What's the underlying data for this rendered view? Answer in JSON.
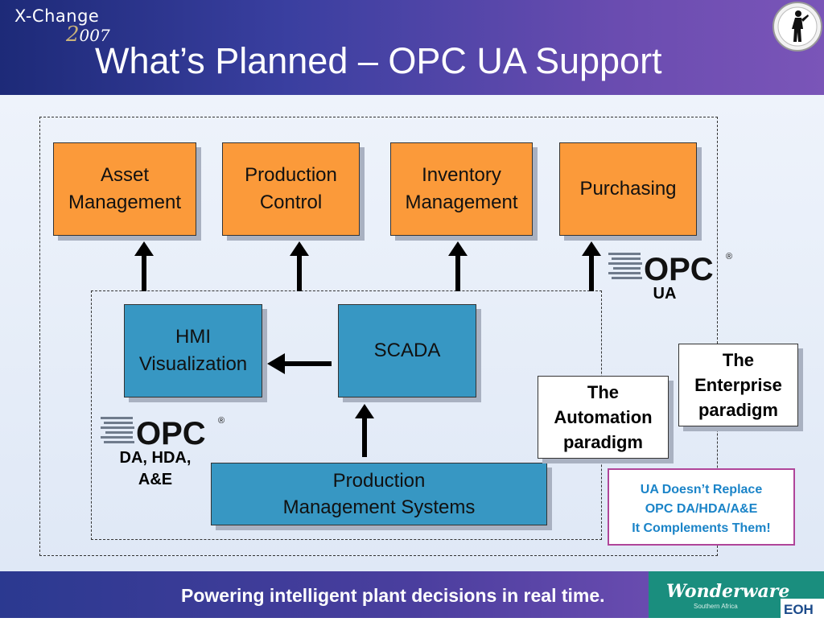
{
  "header": {
    "brand": "X-Change",
    "year_lead": "2",
    "year_rest": "007",
    "title": "What’s Planned – OPC UA Support"
  },
  "diagram": {
    "enterprise_boxes": [
      {
        "label": "Asset\nManagement"
      },
      {
        "label": "Production\nControl"
      },
      {
        "label": "Inventory\nManagement"
      },
      {
        "label": "Purchasing"
      }
    ],
    "hmi": "HMI\nVisualization",
    "scada": "SCADA",
    "pms": "Production\nManagement Systems",
    "opc_ua_label": "UA",
    "opc_da_label": "DA, HDA,\nA&E",
    "automation_paradigm": "The\nAutomation\nparadigm",
    "enterprise_paradigm": "The\nEnterprise\nparadigm",
    "note": "UA Doesn’t Replace\nOPC DA/HDA/A&E\nIt Complements Them!",
    "opc_logo_text": "OPC",
    "registered_mark": "®"
  },
  "footer": {
    "tagline": "Powering intelligent plant decisions in real time.",
    "logo_script": "Wonderware",
    "logo_region": "Southern Africa",
    "logo_partner": "EOH"
  },
  "colors": {
    "orange": "#fb9a3a",
    "blue": "#3797c3",
    "note_border": "#b0459a",
    "note_text": "#1b84c8"
  }
}
